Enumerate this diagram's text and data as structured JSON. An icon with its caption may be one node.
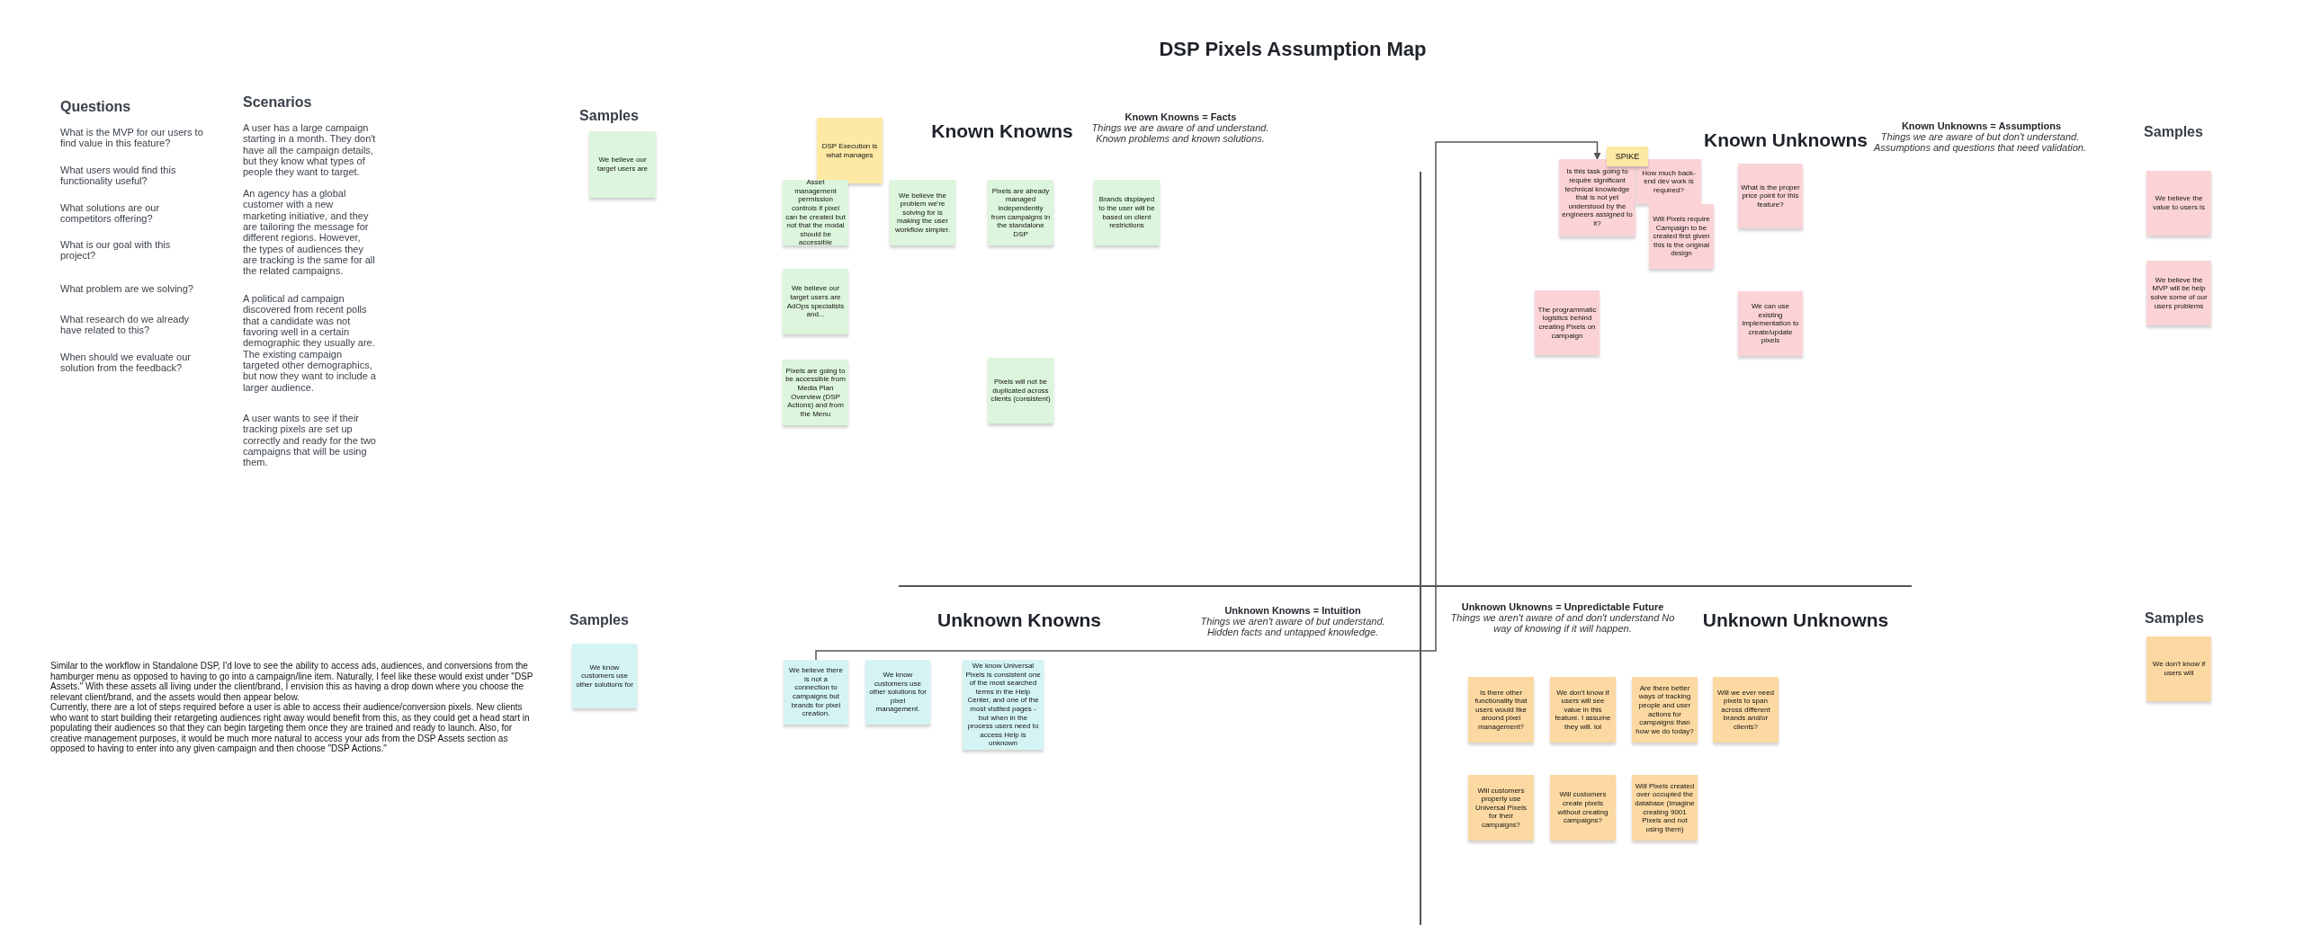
{
  "diagram": {
    "title": "DSP Pixels Assumption Map",
    "nodes": [
      {
        "text": [
          "We believe our target users are"
        ]
      },
      {
        "text": [
          "DSP Execution is what manages"
        ]
      },
      {
        "text": [
          "Asset management permission controls if pixel can be created but not that the modal should be accessible"
        ]
      },
      {
        "text": [
          "We believe the problem we're solving for is making the user workflow simpler."
        ]
      },
      {
        "text": [
          "Pixels are already managed independently from campaigns in the standalone DSP"
        ]
      },
      {
        "text": [
          "Brands displayed to the user will be based on client restrictions"
        ]
      },
      {
        "text": [
          "We believe our target users are AdOps specialists and..."
        ]
      },
      {
        "text": [
          "Pixels are going to be accessible from Media Plan Overview (DSP Actions) and from the Menu"
        ]
      },
      {
        "text": [
          "Pixels will not be duplicated across clients (consistent)"
        ]
      },
      {
        "text": [
          "SPIKE"
        ]
      },
      {
        "text": [
          "Is this task going to require significant technical knowledge that is not yet understood by the engineers assigned to it?"
        ]
      },
      {
        "text": [
          "How much back-end dev work is required?"
        ]
      },
      {
        "text": [
          "Will Pixels require Campaign to be created first given this is the original design"
        ]
      },
      {
        "text": [
          "What is the proper price point for this feature?"
        ]
      },
      {
        "text": [
          "The programmatic logistics behind creating Pixels on campaign"
        ]
      },
      {
        "text": [
          "We can use existing implementation to create/update pixels"
        ]
      },
      {
        "text": [
          "We believe the value to users is"
        ]
      },
      {
        "text": [
          "We believe the MVP will be help solve some of our users problems"
        ]
      },
      {
        "text": [
          "We know customers use other solutions for"
        ]
      },
      {
        "text": [
          "We believe there is not a connection to campaigns but brands for pixel creation."
        ]
      },
      {
        "text": [
          "We know customers use other solutions for pixel management."
        ]
      },
      {
        "text": [
          "We know Universal Pixels is consistent one of the most searched terms in the Help Center, and one of the most vistited pages - but when in the process users need to access Help is unknown"
        ]
      },
      {
        "text": [
          "Is there other functionality that users would like around pixel management?"
        ]
      },
      {
        "text": [
          "We don't know if users will see value in this feature. I assume they will. lol"
        ]
      },
      {
        "text": [
          "Are there better ways of tracking people and user actions for campaigns than how we do today?"
        ]
      },
      {
        "text": [
          "Will we ever need pixels to span across different brands and/or clients?"
        ]
      },
      {
        "text": [
          "Will customers properly use Universal Pixels for their campaigns?"
        ]
      },
      {
        "text": [
          "Will customers create pixels without creating campaigns?"
        ]
      },
      {
        "text": [
          "Will Pixels created over occupied the database (Imagine creating 9001 Pixels and not using them)"
        ]
      },
      {
        "text": [
          "We don't know if users will"
        ]
      }
    ],
    "edges": [
      {
        "from": 19,
        "to": 10,
        "arrow": "to"
      }
    ],
    "labels": [
      "Questions",
      "What is the MVP for our users to find value in this feature?",
      "What users would find this functionality useful?",
      "What solutions are our competitors offering?",
      "What is our goal with this project?",
      "What problem are we solving?",
      "What research do we already have related to this?",
      "When should we evaluate our solution from the feedback?",
      "Scenarios",
      "A user has a large campaign starting in a month. They don't have all the campaign details, but they know what types of people they want to target.",
      "An agency has a global customer with a new marketing initiative, and they are tailoring the message for different regions. However, the types of audiences they are tracking is the same for all the related campaigns.",
      "A political ad campaign discovered from recent polls that a candidate was not favoring well in a certain demographic they usually are. The existing campaign targeted other demographics, but now they want to include a larger audience.",
      "A user wants to see if their tracking pixels are set up correctly and ready for the two campaigns that will be using them.",
      "Samples",
      "Known Knowns",
      "Known Knowns = Facts",
      "Things we are aware of and understand. Known problems and known solutions.",
      "Known Unknowns",
      "Known Unknowns = Assumptions",
      "Things we are aware of but don't understand. Assumptions and questions that need validation.",
      "Samples",
      "Samples",
      "Unknown Knowns",
      "Unknown Knowns = Intuition",
      "Things we aren't aware of but understand. Hidden facts and untapped knowledge.",
      "Unknown Uknowns = Unpredictable Future",
      "Things we aren't aware of and don't understand No way of knowing if it will happen.",
      "Unknown Unknowns",
      "Samples",
      "Similar to the workflow in Standalone DSP, I'd love to see the ability to access ads, audiences, and conversions from the hamburger menu as opposed to having to go into a campaign/line item. Naturally, I feel like these would exist under \"DSP Assets.\" With these assets all living under the client/brand, I envision this as having a drop down where you choose the relevant client/brand, and the assets would then appear below.",
      "Currently, there are a lot of steps required before a user is able to access their audience/conversion pixels. New clients who want to start building their retargeting audiences right away would benefit from this, as they could get a head start in populating their audiences so that they can begin targeting them once they are trained and ready to launch. Also, for creative management purposes, it would be much more natural to access your ads from the DSP Assets section as opposed to having to enter into any given campaign and then choose \"DSP Actions.\""
    ]
  }
}
